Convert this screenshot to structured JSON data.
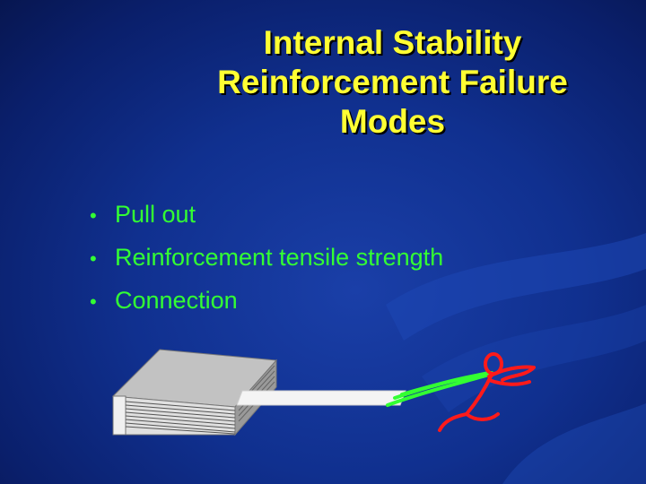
{
  "slide": {
    "title_lines": [
      "Internal Stability",
      "Reinforcement Failure",
      "Modes"
    ],
    "bullets": [
      "Pull out",
      "Reinforcement tensile strength",
      "Connection"
    ]
  },
  "colors": {
    "background": "#10308f",
    "title": "#ffff33",
    "bullet_text": "#33ff33",
    "figure_block": "#b5b5b5",
    "strip": "#ffffff",
    "rope": "#33ff33",
    "stick_figure": "#ff0000"
  },
  "icons": {
    "bullet": "•"
  }
}
